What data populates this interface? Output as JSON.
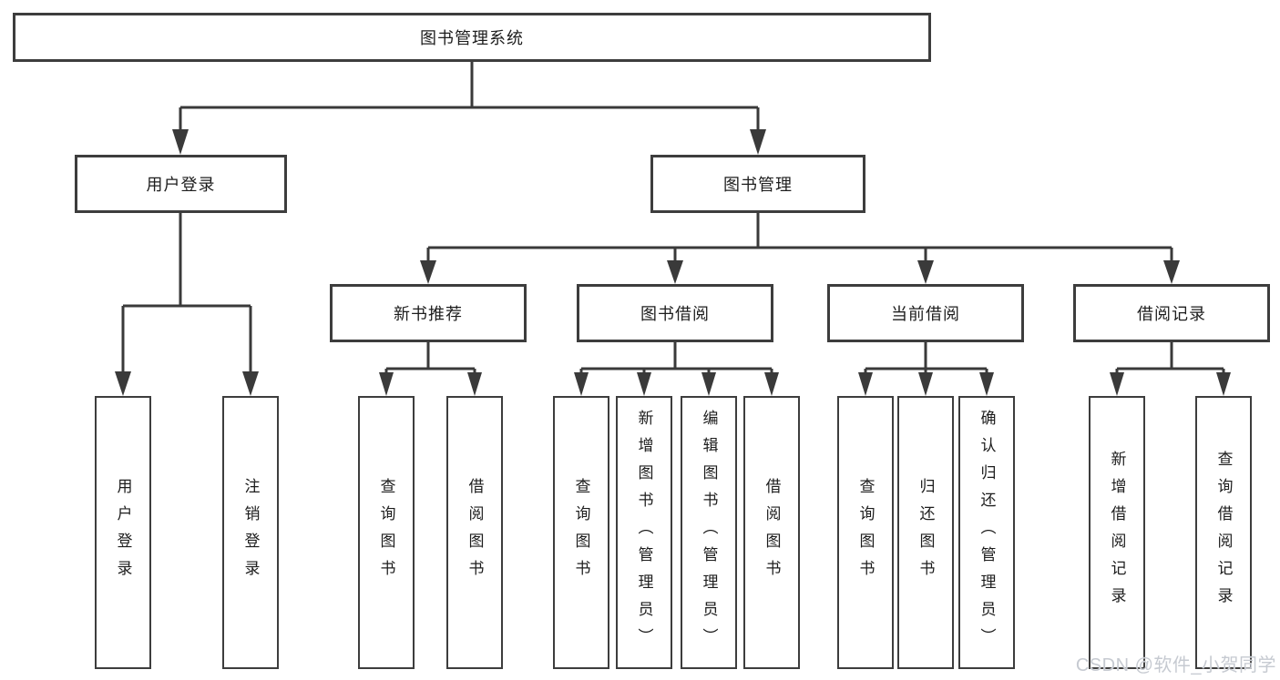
{
  "tree": {
    "root": "图书管理系统",
    "branches": [
      {
        "label": "用户登录",
        "children": [
          "用户登录",
          "注销登录"
        ]
      },
      {
        "label": "图书管理",
        "modules": [
          {
            "label": "新书推荐",
            "children": [
              "查询图书",
              "借阅图书"
            ]
          },
          {
            "label": "图书借阅",
            "children": [
              "查询图书",
              "新增图书（管理员）",
              "编辑图书（管理员）",
              "借阅图书"
            ]
          },
          {
            "label": "当前借阅",
            "children": [
              "查询图书",
              "归还图书",
              "确认归还（管理员）"
            ]
          },
          {
            "label": "借阅记录",
            "children": [
              "新增借阅记录",
              "查询借阅记录"
            ]
          }
        ]
      }
    ]
  },
  "watermark": {
    "text": "CSDN @软件_小贺同学"
  },
  "colors": {
    "line": "#3a3a3a",
    "box_border": "#3d3d3d",
    "box_fill": "#ffffff",
    "text": "#1d1d1d",
    "watermark": "#c6cad1",
    "background": "#ffffff"
  }
}
